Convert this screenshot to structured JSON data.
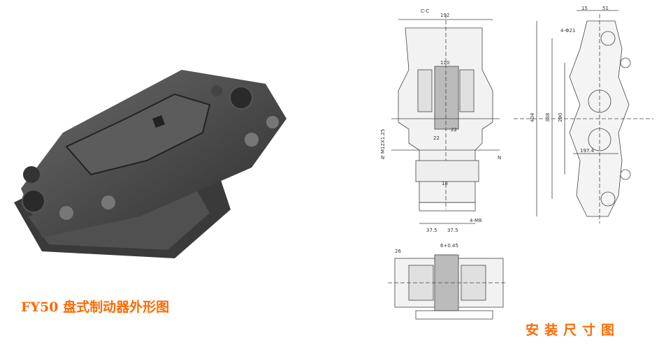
{
  "captions": {
    "left_title": "FY50 盘式制动器外形图",
    "right_title": "安装尺寸图"
  },
  "dimensions": {
    "top_width": "192",
    "section_mark": "C-C",
    "thread": "M12X1.25",
    "d22a": "22",
    "d22b": "22",
    "d18": "18",
    "d110": "110",
    "d375a": "37.5",
    "d375b": "37.5",
    "bolts": "4-M8",
    "d26": "26",
    "gap": "6+0.45",
    "right_15": "15",
    "right_51": "51",
    "holes": "4-Φ21",
    "total_h": "404",
    "h338": "338",
    "h290": "290",
    "w1974": "197.4",
    "n_left": "N",
    "n_right": "N"
  }
}
